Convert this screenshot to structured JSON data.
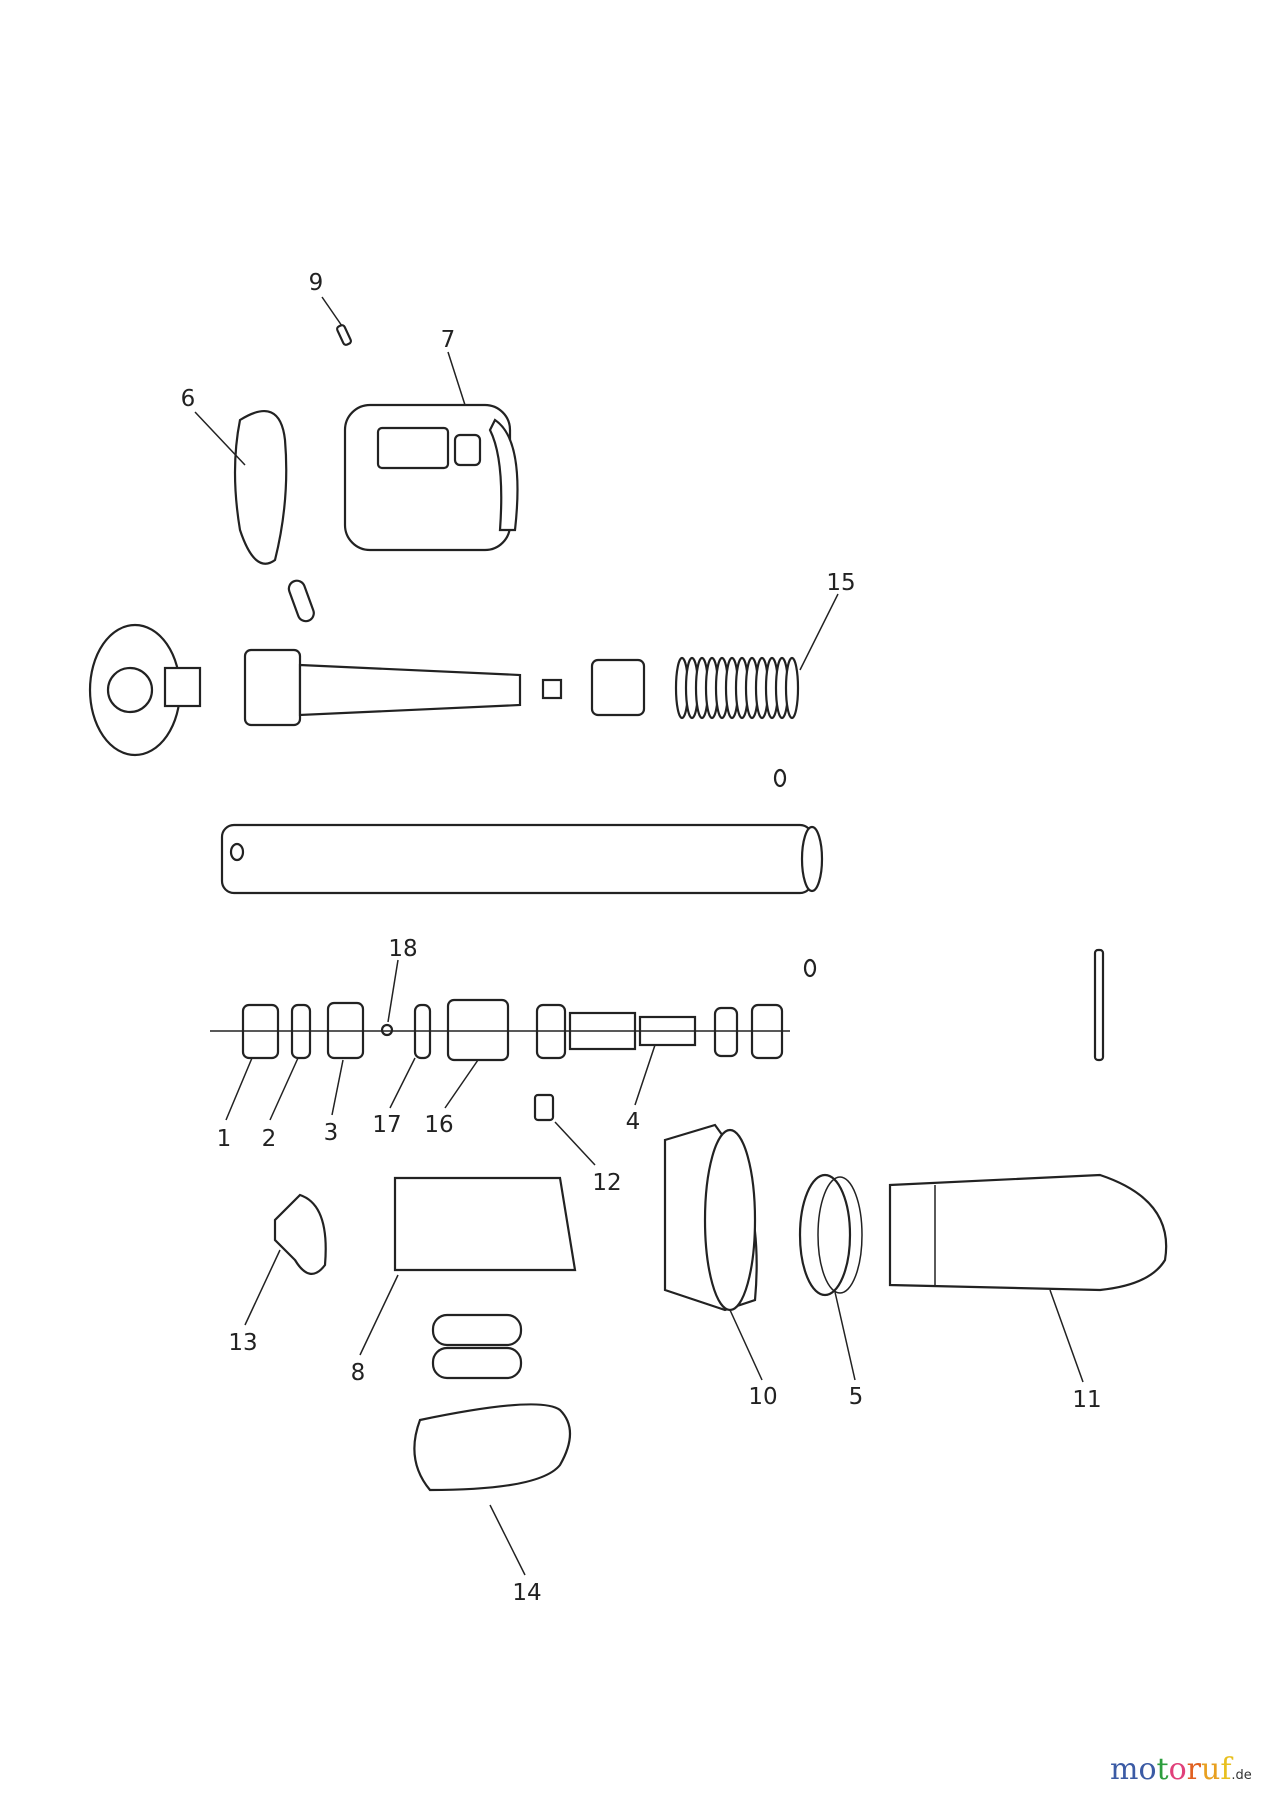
{
  "diagram": {
    "labels": {
      "p1": "1",
      "p2": "2",
      "p3": "3",
      "p4": "4",
      "p5": "5",
      "p6": "6",
      "p7": "7",
      "p8": "8",
      "p9": "9",
      "p10": "10",
      "p11": "11",
      "p12": "12",
      "p13": "13",
      "p14": "14",
      "p15": "15",
      "p16": "16",
      "p17": "17",
      "p18": "18"
    }
  },
  "watermark": {
    "brand": "motoruf",
    "suffix": ".de",
    "colors": [
      "#3b5ba5",
      "#3b5ba5",
      "#2e9e3e",
      "#e0407a",
      "#e06020",
      "#e8a020",
      "#e8c020"
    ]
  }
}
